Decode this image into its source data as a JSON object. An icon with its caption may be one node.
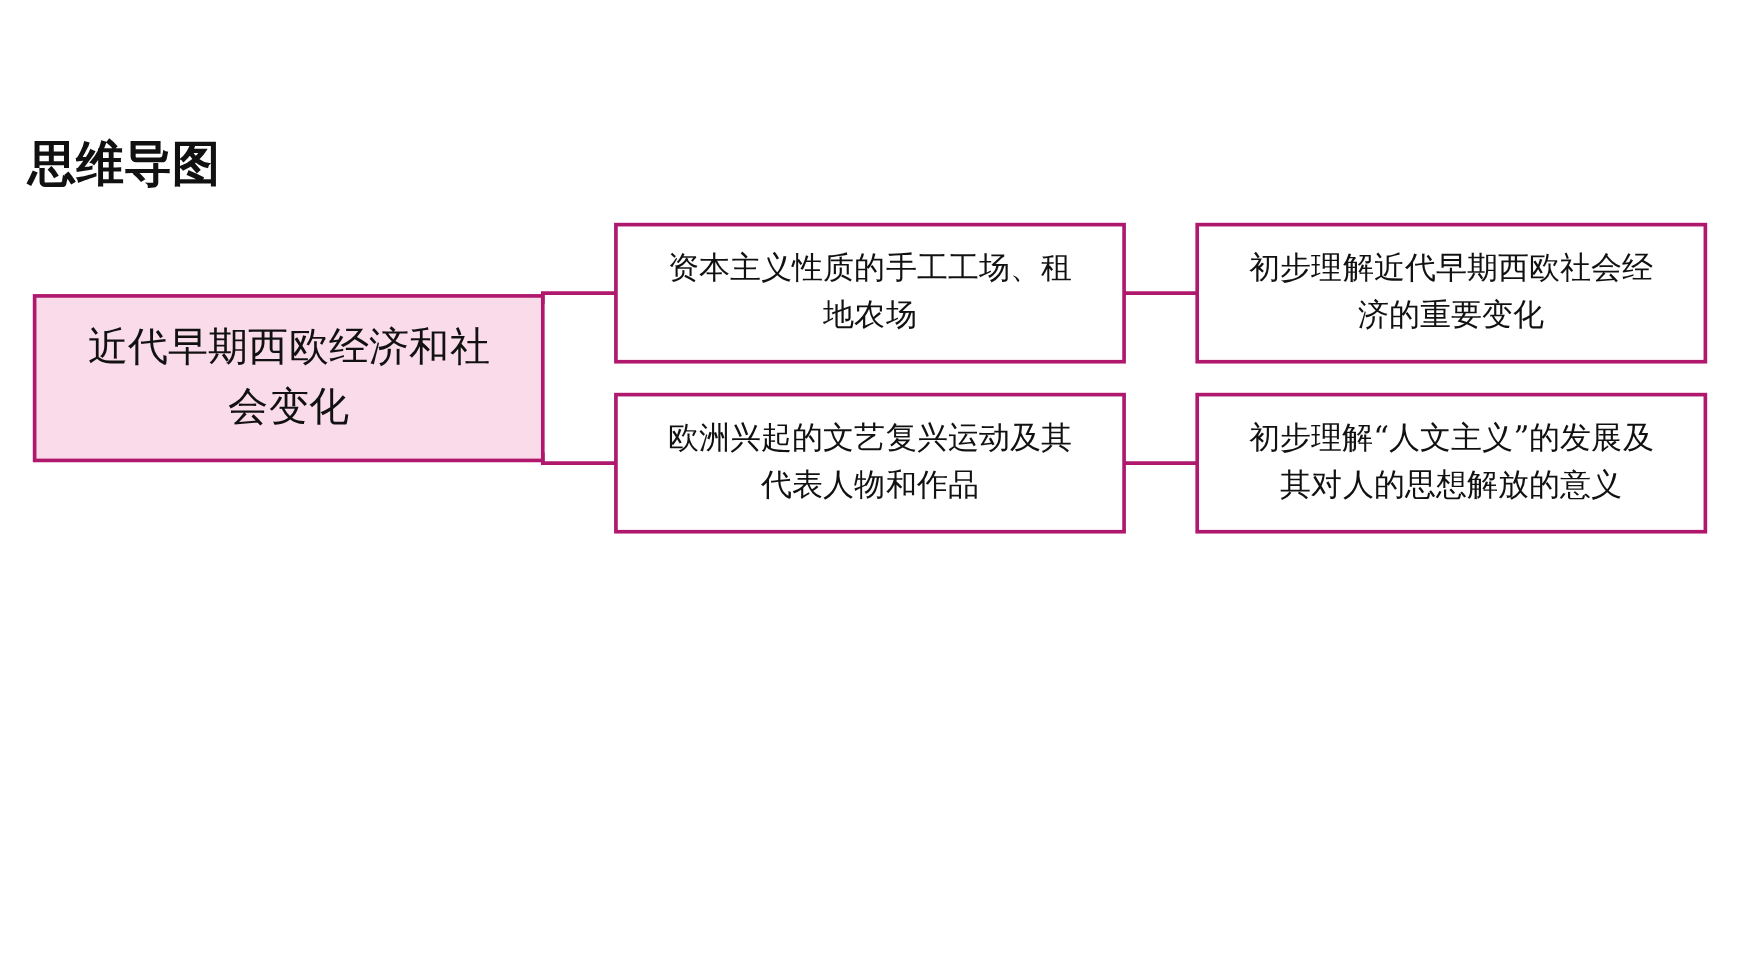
{
  "diagram": {
    "title": "思维导图",
    "nodes": [
      {
        "text": [
          "近代早期西欧经济和社会变化"
        ]
      },
      {
        "text": [
          "资本主义性质的手工工场、租地农场"
        ]
      },
      {
        "text": [
          "欧洲兴起的文艺复兴运动及其代表人物和作品"
        ]
      },
      {
        "text": [
          "初步理解近代早期西欧社会经济的重要变化"
        ]
      },
      {
        "text": [
          "初步理解“人文主义”的发展及其对人的思想解放的意义"
        ]
      }
    ],
    "edges": [
      {
        "from": 0,
        "to": 1,
        "arrow": "none"
      },
      {
        "from": 0,
        "to": 2,
        "arrow": "none"
      },
      {
        "from": 1,
        "to": 3,
        "arrow": "none"
      },
      {
        "from": 2,
        "to": 4,
        "arrow": "none"
      }
    ]
  }
}
